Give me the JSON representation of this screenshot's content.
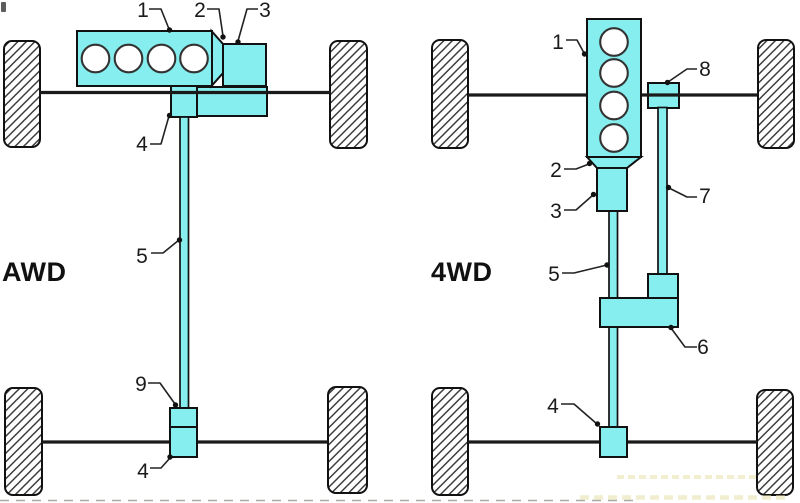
{
  "left_diagram": {
    "title": "AWD",
    "callouts": {
      "c1": "1",
      "c2": "2",
      "c3": "3",
      "c4_front": "4",
      "c5": "5",
      "c9": "9",
      "c4_rear": "4"
    }
  },
  "right_diagram": {
    "title": "4WD",
    "callouts": {
      "c1": "1",
      "c2": "2",
      "c3": "3",
      "c4": "4",
      "c5": "5",
      "c6": "6",
      "c7": "7",
      "c8": "8"
    }
  },
  "colors": {
    "component_fill": "#86eeee",
    "outline": "#111111",
    "axle": "#1a1a1a",
    "tire_hatch": "#3b3b3b",
    "text": "#1b1b1b"
  }
}
